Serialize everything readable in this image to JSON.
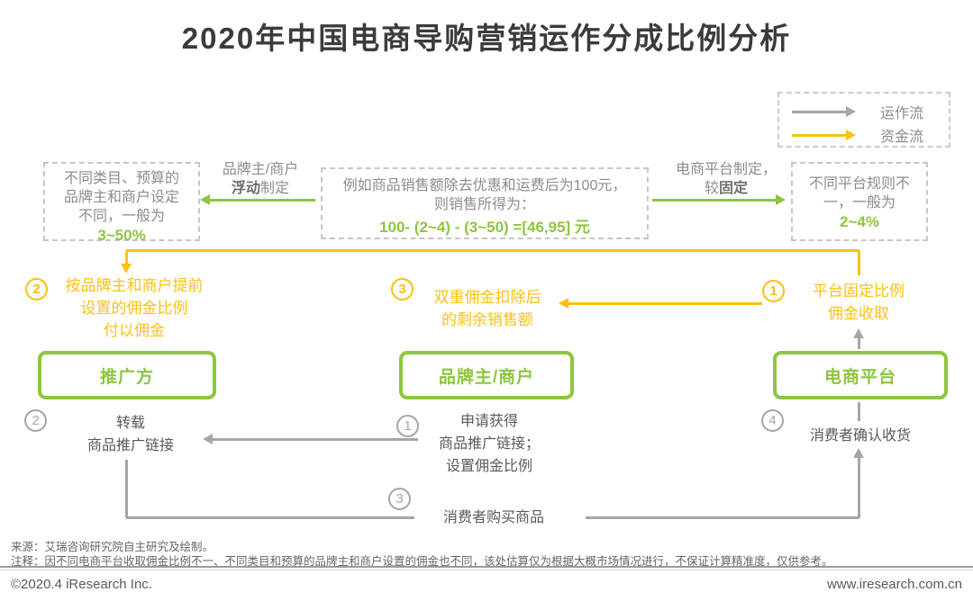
{
  "title": "2020年中国电商导购营销运作分成比例分析",
  "colors": {
    "green": "#8DC63F",
    "yellow": "#FDC013",
    "gray_arrow": "#A6A6A6",
    "gray_text": "#8C8C8C",
    "dark_text": "#595959"
  },
  "legend": {
    "items": [
      {
        "icon": "gray-arrow",
        "label": "运作流"
      },
      {
        "icon": "yellow-arrow",
        "label": "资金流"
      }
    ]
  },
  "top_row": {
    "left_box": {
      "lines": [
        "不同类目、预算的",
        "品牌主和商户设定",
        "不同，一般为"
      ],
      "highlight": "3~50%"
    },
    "left_label": {
      "line1": "品牌主/商户",
      "bold": "浮动",
      "rest": "制定"
    },
    "center_box": {
      "line1": "例如商品销售额除去优惠和运费后为100元，",
      "line2": "则销售所得为：",
      "formula": "100- (2~4) - (3~50) =[46,95] 元"
    },
    "right_label": {
      "line1": "电商平台制定，",
      "prefix": "较",
      "bold": "固定"
    },
    "right_box": {
      "lines": [
        "不同平台规则不",
        "一，一般为"
      ],
      "highlight": "2~4%"
    }
  },
  "fund_steps": {
    "step2": {
      "num": "2",
      "lines": [
        "按品牌主和商户提前",
        "设置的佣金比例",
        "付以佣金"
      ]
    },
    "step3": {
      "num": "3",
      "lines": [
        "双重佣金扣除后",
        "的剩余销售额"
      ]
    },
    "step1": {
      "num": "1",
      "lines": [
        "平台固定比例",
        "佣金收取"
      ]
    }
  },
  "entities": {
    "promoter": "推广方",
    "brand": "品牌主/商户",
    "platform": "电商平台"
  },
  "op_steps": {
    "step2": {
      "num": "2",
      "lines": [
        "转载",
        "商品推广链接"
      ]
    },
    "step1": {
      "num": "1",
      "lines": [
        "申请获得",
        "商品推广链接；",
        "设置佣金比例"
      ]
    },
    "step4": {
      "num": "4",
      "label": "消费者确认收货"
    },
    "step3": {
      "num": "3",
      "label": "消费者购买商品"
    }
  },
  "footer": {
    "source": "来源：艾瑞咨询研究院自主研究及绘制。",
    "note": "注释：因不同电商平台收取佣金比例不一、不同类目和预算的品牌主和商户设置的佣金也不同，该处估算仅为根据大概市场情况进行，不保证计算精准度，仅供参考。",
    "copyright": "©2020.4 iResearch Inc.",
    "website": "www.iresearch.com.cn"
  }
}
